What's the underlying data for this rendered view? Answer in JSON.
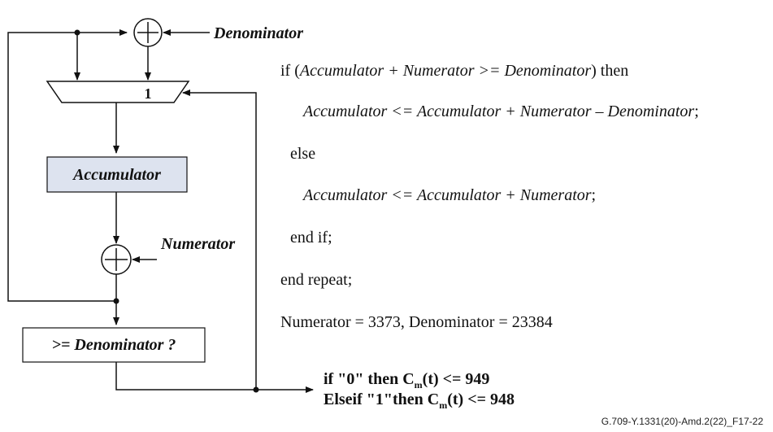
{
  "diagram": {
    "adder_top_input_label": "Denominator",
    "adder_bottom_input_label": "Numerator",
    "mux_select_label": "1",
    "accumulator_label": "Accumulator",
    "comparator_label": ">= Denominator ?",
    "plus_symbol": "+"
  },
  "code": {
    "line1_prefix": "if (",
    "line1_condition": "Accumulator + Numerator >= Denominator",
    "line1_suffix": ") then",
    "line2_text": "Accumulator <= Accumulator + Numerator – Denominator",
    "line2_end": ";",
    "line3": "else",
    "line4_text": "Accumulator <= Accumulator + Numerator",
    "line4_end": ";",
    "line5": "end if;",
    "line6": "end repeat;",
    "line7": "Numerator = 3373, Denominator = 23384"
  },
  "output": {
    "line1_prefix": "if \"0\" then C",
    "line1_sub": "m",
    "line1_suffix": "(t) <= 949",
    "line2_prefix": "Elseif \"1\"then C",
    "line2_sub": "m",
    "line2_suffix": "(t) <= 948"
  },
  "figure_id": "G.709-Y.1331(20)-Amd.2(22)_F17-22"
}
